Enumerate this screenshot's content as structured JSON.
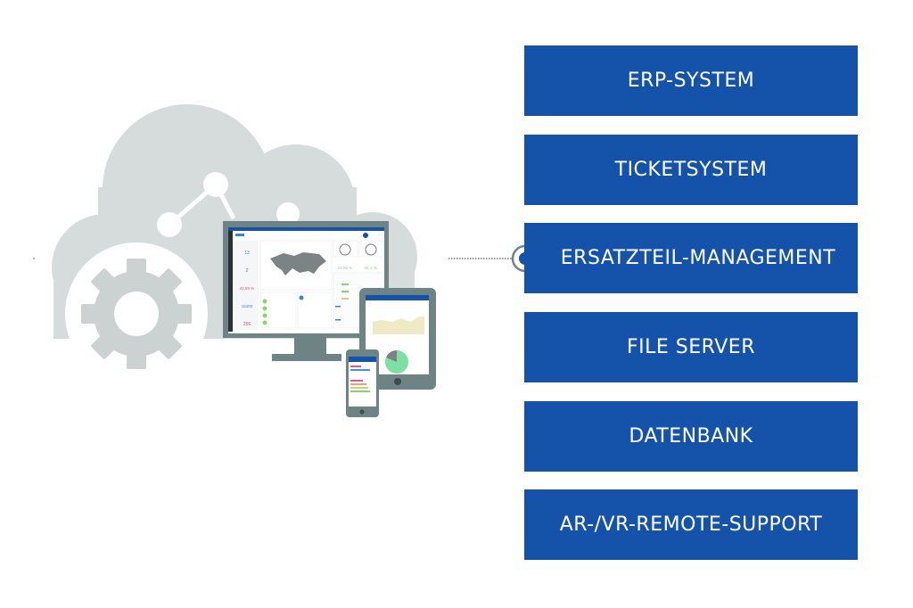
{
  "colors": {
    "box_blue": "#1553aa",
    "cloud_grey": "#d6dcdb",
    "gear_grey": "#cbd2d1",
    "device_frame": "#6e8384",
    "connector_dot": "#1553aa"
  },
  "systems": [
    {
      "label": "ERP-SYSTEM"
    },
    {
      "label": "TICKETSYSTEM"
    },
    {
      "label": "ERSATZTEIL-MANAGEMENT",
      "connected": true
    },
    {
      "label": "FILE SERVER"
    },
    {
      "label": "DATENBANK"
    },
    {
      "label": "AR-/VR-REMOTE-SUPPORT"
    }
  ],
  "illustration": {
    "icons": [
      "cloud-icon",
      "gear-icon",
      "network-nodes-icon",
      "monitor-icon",
      "tablet-icon",
      "phone-icon"
    ],
    "dashboard_values": [
      "13",
      "2",
      "42.93 %",
      "15400",
      "256",
      "14.55 %",
      "81.4 %"
    ]
  }
}
